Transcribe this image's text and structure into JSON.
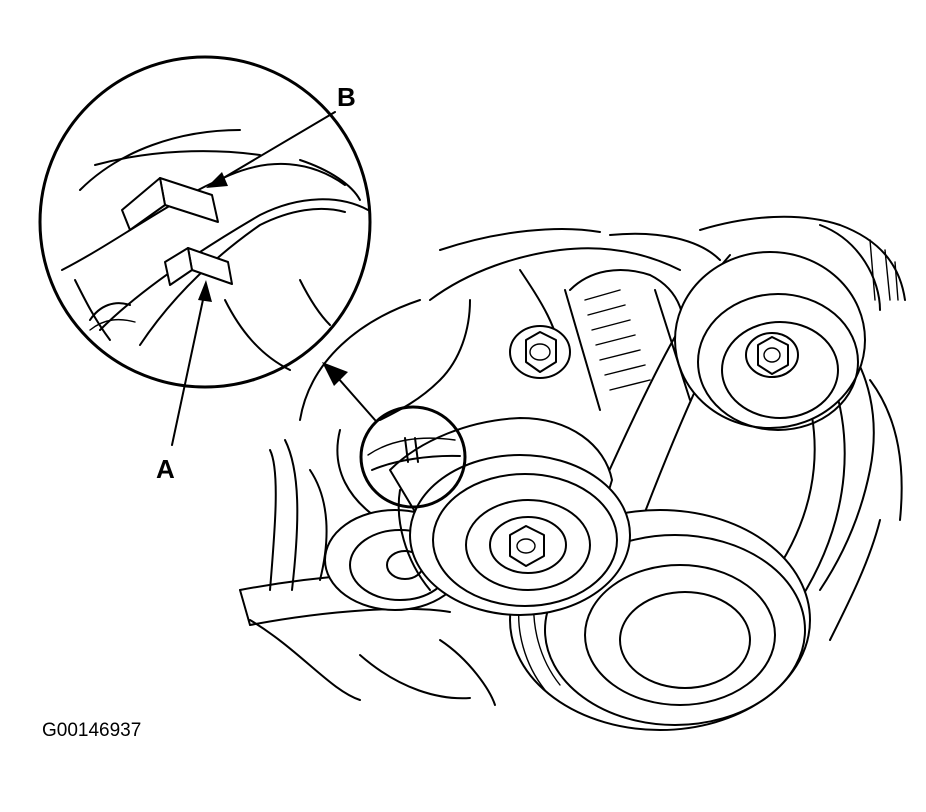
{
  "labels": {
    "a": "A",
    "b": "B"
  },
  "figure_code": "G00146937"
}
